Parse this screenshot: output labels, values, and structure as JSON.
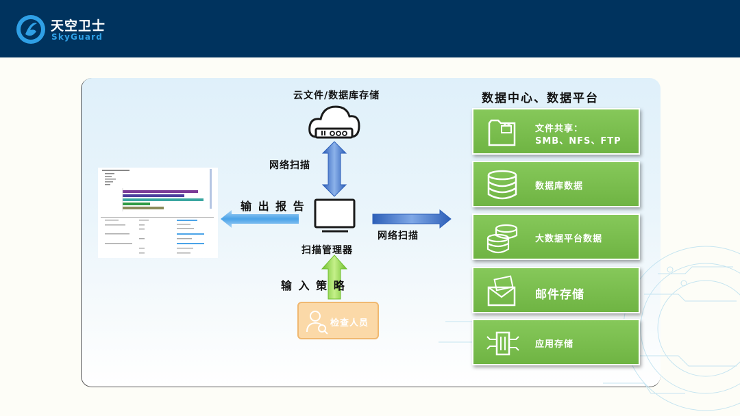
{
  "header": {
    "brand_cn": "天空卫士",
    "brand_en": "SkyGuard",
    "bg_color": "#00335e"
  },
  "diagram": {
    "cloud_label": "云文件/数据库存储",
    "scan_label_top": "网络扫描",
    "output_label": "输 出 报 告",
    "manager_label": "扫描管理器",
    "scan_label_right": "网络扫描",
    "input_label": "输 入 策 略",
    "inspector_label": "检查人员",
    "datacenter_title": "数据中心、数据平台",
    "cards": [
      {
        "line1": "文件共享：",
        "line2": "SMB、NFS、FTP",
        "icon": "folder-icon"
      },
      {
        "line1": "数据库数据",
        "icon": "database-icon"
      },
      {
        "line1": "大数据平台数据",
        "icon": "bigdata-icon"
      },
      {
        "line1": "邮件存储",
        "icon": "mail-icon"
      },
      {
        "line1": "应用存储",
        "icon": "app-storage-icon"
      }
    ],
    "colors": {
      "card_green": "#78bc4c",
      "arrow_blue": "#3a6fc4",
      "arrow_green": "#8ed34a",
      "inspector_bg": "#fbd9a8"
    }
  }
}
